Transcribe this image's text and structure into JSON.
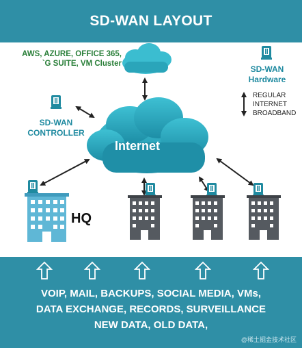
{
  "header": {
    "title": "SD-WAN LAYOUT"
  },
  "cloud_services": {
    "line1": "AWS, AZURE, OFFICE 365,",
    "line2": "`G SUITE, VM Cluster"
  },
  "sdwan_hardware": {
    "line1": "SD-WAN",
    "line2": "Hardware"
  },
  "sdwan_controller": {
    "line1": "SD-WAN",
    "line2": "CONTROLLER"
  },
  "legend": {
    "line1": "REGULAR",
    "line2": "INTERNET",
    "line3": "BROADBAND"
  },
  "internet": {
    "label": "Internet"
  },
  "hq": {
    "label": "HQ"
  },
  "footer": {
    "line1": "VOIP, MAIL, BACKUPS, SOCIAL MEDIA, VMs,",
    "line2": "DATA EXCHANGE, RECORDS, SURVEILLANCE",
    "line3": "NEW DATA, OLD DATA,"
  },
  "watermark": "@稀土掘金技术社区",
  "colors": {
    "header_bg": "#2f8fa6",
    "cloud_teal": "#2aa3b8",
    "cloud_light": "#3dbdd0",
    "hq_building": "#5fb7d6",
    "branch_building": "#555a60",
    "cloud_label_green": "#2a7f39"
  }
}
